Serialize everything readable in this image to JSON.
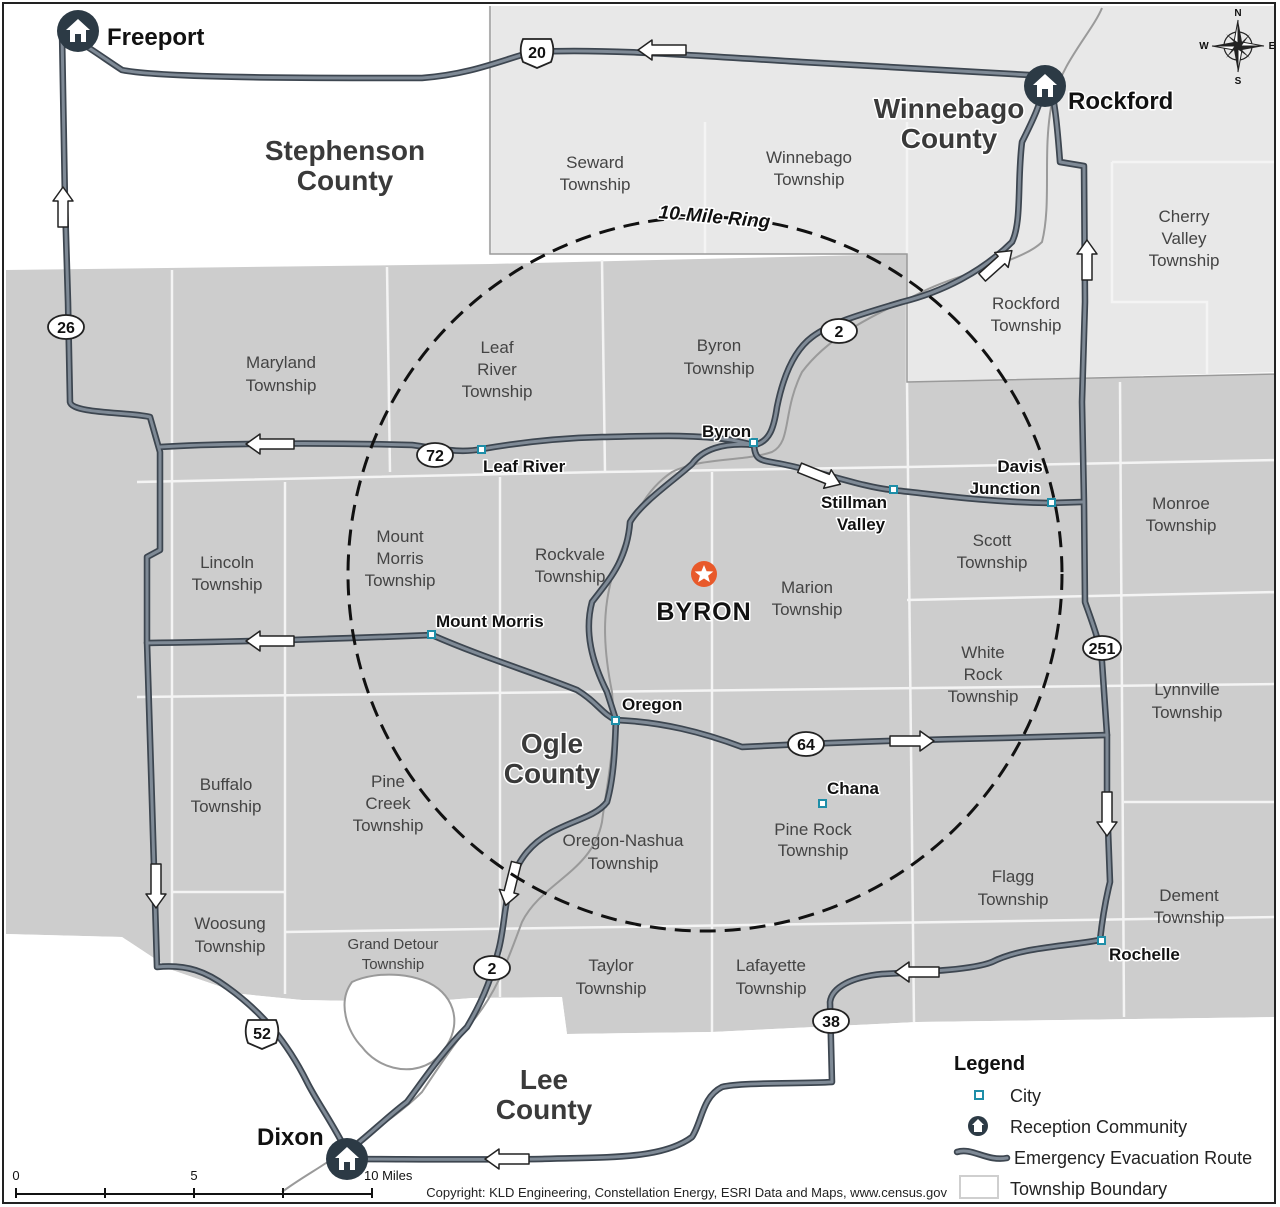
{
  "counties": {
    "stephenson": [
      "Stephenson",
      "County"
    ],
    "winnebago": [
      "Winnebago",
      "County"
    ],
    "ogle": [
      "Ogle",
      "County"
    ],
    "lee": [
      "Lee",
      "County"
    ]
  },
  "townships": {
    "seward": [
      "Seward",
      "Township"
    ],
    "winnebago": [
      "Winnebago",
      "Township"
    ],
    "cherry_valley": [
      "Cherry",
      "Valley",
      "Township"
    ],
    "rockford": [
      "Rockford",
      "Township"
    ],
    "maryland": [
      "Maryland",
      "Township"
    ],
    "leaf_river": [
      "Leaf",
      "River",
      "Township"
    ],
    "byron": [
      "Byron",
      "Township"
    ],
    "monroe": [
      "Monroe",
      "Township"
    ],
    "lincoln": [
      "Lincoln",
      "Township"
    ],
    "mount_morris": [
      "Mount",
      "Morris",
      "Township"
    ],
    "rockvale": [
      "Rockvale",
      "Township"
    ],
    "marion": [
      "Marion",
      "Township"
    ],
    "scott": [
      "Scott",
      "Township"
    ],
    "white_rock": [
      "White",
      "Rock",
      "Township"
    ],
    "lynnville": [
      "Lynnville",
      "Township"
    ],
    "buffalo": [
      "Buffalo",
      "Township"
    ],
    "pine_creek": [
      "Pine",
      "Creek",
      "Township"
    ],
    "oregon_nashua": [
      "Oregon-Nashua",
      "Township"
    ],
    "pine_rock": [
      "Pine Rock",
      "Township"
    ],
    "flagg": [
      "Flagg",
      "Township"
    ],
    "dement": [
      "Dement",
      "Township"
    ],
    "woosung": [
      "Woosung",
      "Township"
    ],
    "grand_detour": [
      "Grand Detour",
      "Township"
    ],
    "taylor": [
      "Taylor",
      "Township"
    ],
    "lafayette": [
      "Lafayette",
      "Township"
    ]
  },
  "cities": {
    "byron": "Byron",
    "leaf_river": "Leaf River",
    "stillman_valley": [
      "Stillman",
      "Valley"
    ],
    "davis_junction": [
      "Davis",
      "Junction"
    ],
    "mount_morris": "Mount Morris",
    "oregon": "Oregon",
    "chana": "Chana",
    "rochelle": "Rochelle"
  },
  "reception": {
    "freeport": "Freeport",
    "rockford": "Rockford",
    "dixon": "Dixon"
  },
  "plant_label": "BYRON",
  "ring_label": "10-Mile Ring",
  "routes": [
    "20",
    "26",
    "72",
    "2",
    "64",
    "251",
    "52",
    "2",
    "38"
  ],
  "compass": {
    "n": "N",
    "s": "S",
    "e": "E",
    "w": "W"
  },
  "legend": {
    "title": "Legend",
    "city": "City",
    "reception": "Reception Community",
    "route": "Emergency Evacuation Route",
    "township": "Township Boundary"
  },
  "scale": {
    "t0": "0",
    "t5": "5",
    "t10": "10 Miles"
  },
  "copyright": "Copyright: KLD Engineering, Constellation Energy, ESRI Data and Maps, www.census.gov",
  "colors": {
    "ogle_fill": "#cdcdcd",
    "winnebago_fill": "#e8e8e8",
    "route": "#6a7682",
    "city_marker": "#1e8ea8",
    "plant": "#e8592a",
    "reception": "#2c3a45"
  }
}
